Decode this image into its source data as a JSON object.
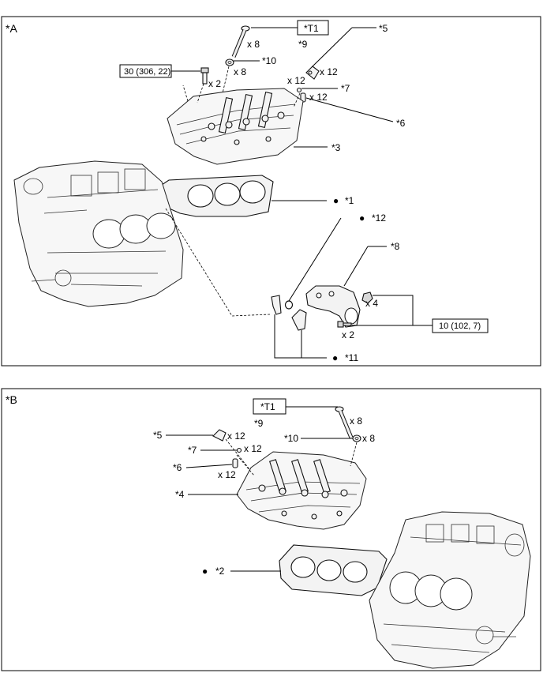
{
  "panel_a": {
    "label": "*A",
    "tool_tag": "*T1",
    "torque_1": "30 (306, 22)",
    "torque_2": "10 (102, 7)",
    "callouts": {
      "c9": "*9",
      "c10": "*10",
      "c5": "*5",
      "c7": "*7",
      "c6": "*6",
      "c3": "*3",
      "c1": "*1",
      "c12": "*12",
      "c8": "*8",
      "c11": "*11"
    },
    "qty": {
      "bolt": "x 8",
      "washer": "x 8",
      "stud": "x 2",
      "p5": "x 12",
      "p7": "x 12",
      "p6": "x 12",
      "nut": "x 4",
      "small_bolt": "x 2"
    }
  },
  "panel_b": {
    "label": "*B",
    "tool_tag": "*T1",
    "callouts": {
      "c9": "*9",
      "c10": "*10",
      "c5": "*5",
      "c7": "*7",
      "c6": "*6",
      "c4": "*4",
      "c2": "*2"
    },
    "qty": {
      "bolt": "x 8",
      "washer": "x 8",
      "p5": "x 12",
      "p7": "x 12",
      "p6": "x 12"
    }
  },
  "bullet": "●"
}
